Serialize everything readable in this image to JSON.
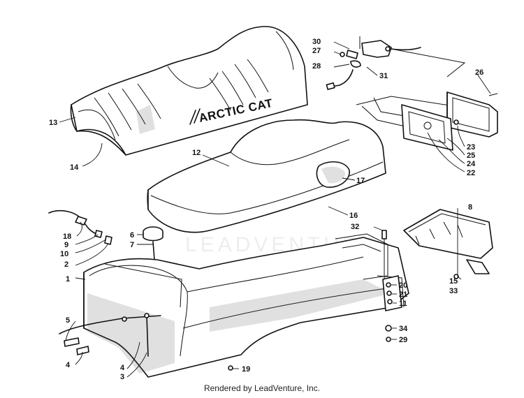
{
  "diagram": {
    "brand_text": "ARCTIC CAT",
    "watermark_text": "LEADVENTURE",
    "footer_text": "Rendered by LeadVenture, Inc.",
    "callouts": {
      "c1": "1",
      "c2": "2",
      "c3": "3",
      "c4a": "4",
      "c4b": "4",
      "c5": "5",
      "c6": "6",
      "c7": "7",
      "c8": "8",
      "c9": "9",
      "c10": "10",
      "c11": "11",
      "c12": "12",
      "c13": "13",
      "c14": "14",
      "c15": "15",
      "c16": "16",
      "c17": "17",
      "c18": "18",
      "c19": "19",
      "c20": "20",
      "c21": "21",
      "c22": "22",
      "c23": "23",
      "c24": "24",
      "c25": "25",
      "c26": "26",
      "c27": "27",
      "c28": "28",
      "c29": "29",
      "c30": "30",
      "c31": "31",
      "c32": "32",
      "c33": "33",
      "c34": "34"
    }
  }
}
